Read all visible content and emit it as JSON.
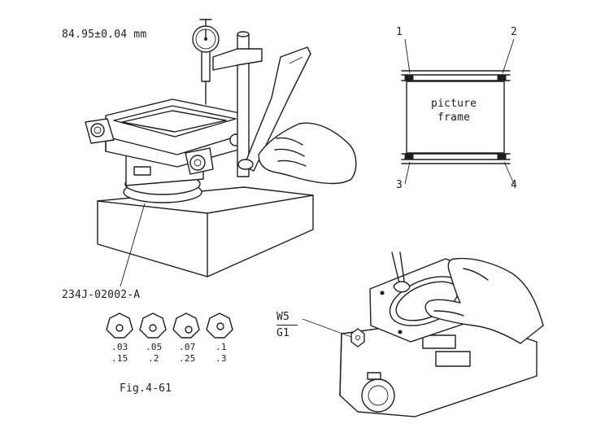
{
  "measurement": "84.95±0.04 mm",
  "frame_diagram": {
    "corner_labels": [
      "1",
      "2",
      "3",
      "4"
    ],
    "center_label_line1": "picture",
    "center_label_line2": "frame"
  },
  "fixture_part_number": "234J-02002-A",
  "shims": [
    {
      "top": ".03",
      "bottom": ".15"
    },
    {
      "top": ".05",
      "bottom": ".2"
    },
    {
      "top": ".07",
      "bottom": ".25"
    },
    {
      "top": ".1",
      "bottom": ".3"
    }
  ],
  "washer_label_top": "W5",
  "washer_label_bottom": "G1",
  "figure_caption": "Fig.4-61",
  "colors": {
    "ink": "#1e1e1e",
    "paper": "#ffffff"
  }
}
